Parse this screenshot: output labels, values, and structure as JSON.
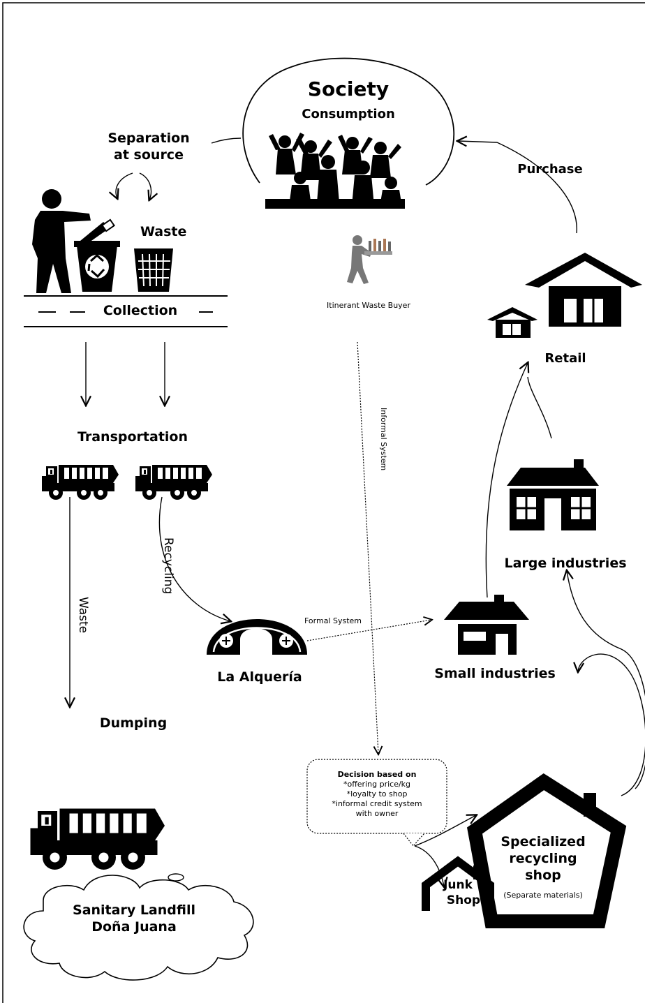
{
  "nodes": {
    "society": "Society",
    "consumption": "Consumption",
    "separation_line1": "Separation",
    "separation_line2": "at source",
    "waste_bin": "Waste",
    "collection": "Collection",
    "itinerant_buyer": "Itinerant Waste Buyer",
    "purchase": "Purchase",
    "retail": "Retail",
    "transportation": "Transportation",
    "large_industries": "Large industries",
    "small_industries": "Small industries",
    "la_alqueria": "La Alquería",
    "dumping": "Dumping",
    "landfill_line1": "Sanitary Landfill",
    "landfill_line2": "Doña Juana",
    "specialized_line1": "Specialized",
    "specialized_line2": "recycling",
    "specialized_line3": "shop",
    "separate_materials": "(Separate materials)",
    "junk_line1": "Junk",
    "junk_line2": "Shop"
  },
  "edges": {
    "recycling": "Recycling",
    "waste": "Waste",
    "informal_system": "Informal System",
    "formal_system": "Formal System"
  },
  "decision_box": {
    "title": "Decision based on",
    "line1": "*offering price/kg",
    "line2": "*loyalty to shop",
    "line3": "*informal credit system",
    "line4": "with owner"
  },
  "icons": [
    "people-crowd-icon",
    "person-throwing-trash-icon",
    "recycle-bin-icon",
    "waste-bin-icon",
    "waste-buyer-icon",
    "dump-truck-icon",
    "retail-house-icon",
    "factory-icon",
    "workshop-icon",
    "dome-building-icon",
    "cloud-icon"
  ]
}
